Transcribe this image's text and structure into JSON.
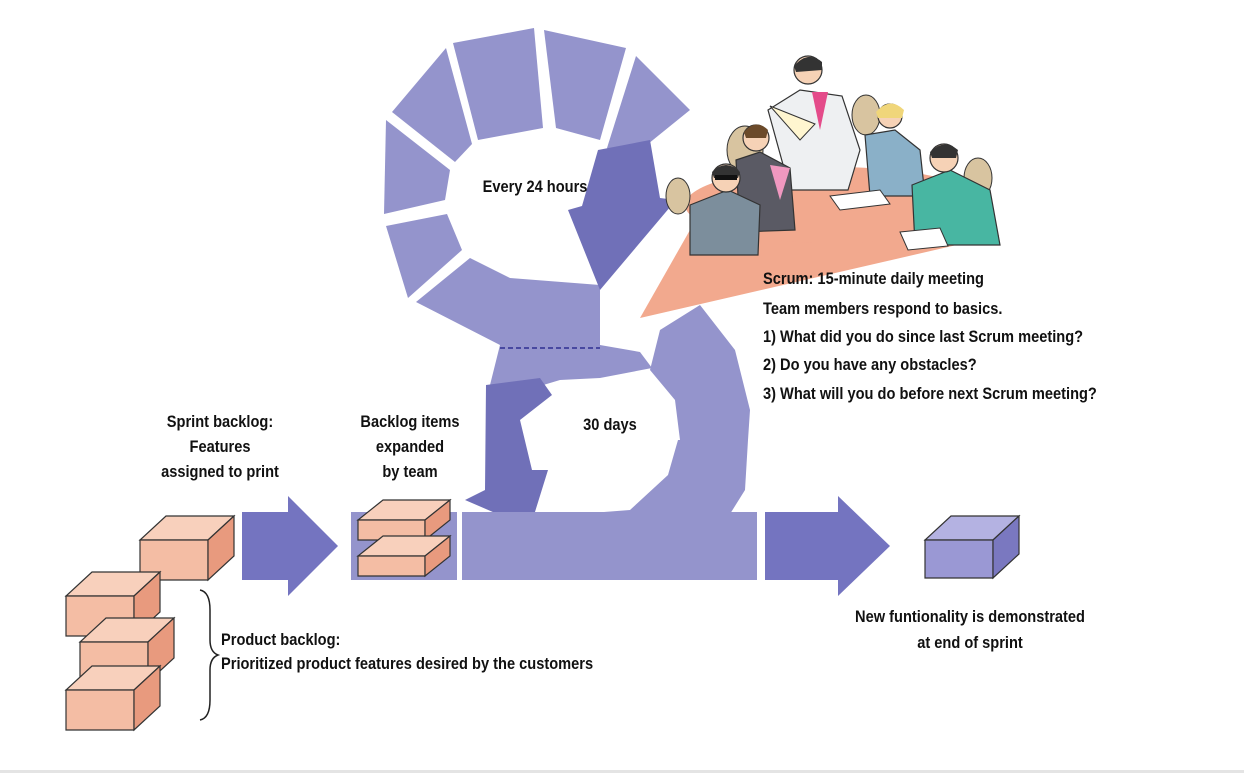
{
  "colors": {
    "cycle": "#9494cc",
    "cycle_dark": "#7070b8",
    "arrow": "#7474c0",
    "box": "#f4bda4",
    "box_side": "#e89a7e",
    "product_box": "#9a98d4",
    "callout": "#f2a98e",
    "text": "#111111"
  },
  "daily_cycle": {
    "label": "Every 24 hours"
  },
  "sprint_cycle": {
    "label": "30 days"
  },
  "scrum": {
    "title": "Scrum: 15-minute daily meeting",
    "lines": [
      "Team members respond to basics.",
      "1)  What did you do since last Scrum meeting?",
      "2)  Do you have any obstacles?",
      "3)  What will you do before next Scrum meeting?"
    ]
  },
  "sprint_backlog": {
    "lines": [
      "Sprint backlog:",
      "Features",
      "assigned to print"
    ]
  },
  "backlog_items": {
    "lines": [
      "Backlog items",
      "expanded",
      "by team"
    ]
  },
  "product_backlog": {
    "title": "Product backlog:",
    "desc": "Prioritized product features desired by the customers"
  },
  "new_functionality": {
    "lines": [
      "New funtionality is demonstrated",
      "at end of sprint"
    ]
  },
  "illustration": {
    "name": "team-meeting-illustration"
  }
}
